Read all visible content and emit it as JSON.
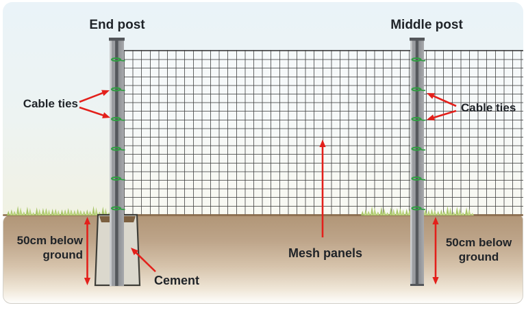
{
  "diagram": {
    "posts": [
      {
        "label": "End post"
      },
      {
        "label": "Middle post"
      }
    ],
    "annotations": {
      "cable_ties_left": "Cable ties",
      "cable_ties_right": "Cable ties",
      "mesh_panels": "Mesh panels",
      "cement": "Cement",
      "depth_left": {
        "line1": "50cm below",
        "line2": "ground"
      },
      "depth_right": {
        "line1": "50cm below",
        "line2": "ground"
      }
    },
    "colors": {
      "arrow_red": "#e3201b",
      "cable_tie_green": "#2f9e41",
      "grass_green": "#bcd47f",
      "grass_green_dark": "#a6c467",
      "cement_fill": "#dbd8cd",
      "cement_outline": "#3d3d37",
      "soil_cap": "#745634",
      "ground_brown": "#b19677",
      "post_gray": "#97999d",
      "text": "#1f2328"
    }
  }
}
